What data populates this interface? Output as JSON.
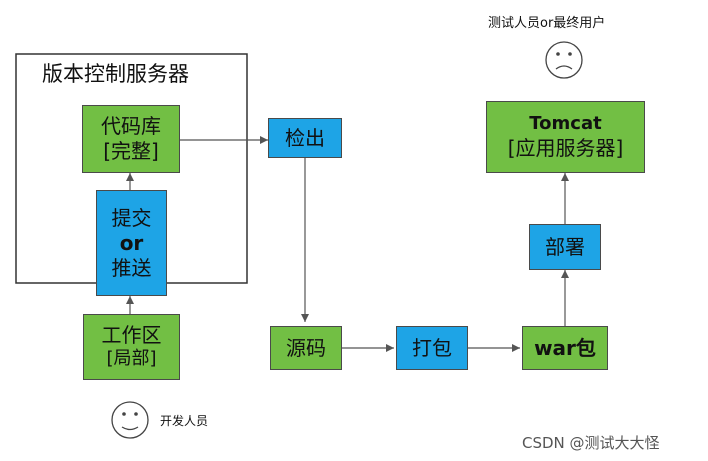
{
  "repo_container": {
    "title": "版本控制服务器"
  },
  "nodes": {
    "code_repo": {
      "line1": "代码库",
      "line2": "[完整]"
    },
    "commit": {
      "line1": "提交",
      "line2": "or",
      "line3": "推送"
    },
    "workspace": {
      "line1": "工作区",
      "line2": "[局部]"
    },
    "checkout": {
      "label": "检出"
    },
    "source": {
      "label": "源码"
    },
    "package": {
      "label": "打包"
    },
    "war": {
      "label": "war包"
    },
    "deploy": {
      "label": "部署"
    },
    "tomcat": {
      "line1": "Tomcat",
      "line2": "[应用服务器]"
    }
  },
  "actors": {
    "developer": {
      "label": "开发人员",
      "icon": "neutral-face-icon"
    },
    "end_user": {
      "label": "测试人员or最终用户",
      "icon": "sad-face-icon"
    }
  },
  "watermark": "CSDN @测试大大怪",
  "colors": {
    "green": "#72bf44",
    "blue": "#1ea4e6",
    "line": "#555555"
  }
}
